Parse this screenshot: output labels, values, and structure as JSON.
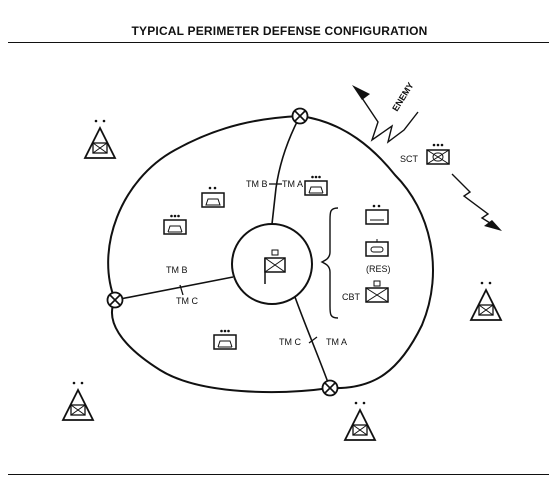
{
  "title": "TYPICAL PERIMETER DEFENSE CONFIGURATION",
  "labels": {
    "enemy": "ENEMY",
    "sct": "SCT",
    "tm_a_top": "TM A",
    "tm_b_top": "TM B",
    "tm_b_left": "TM B",
    "tm_c_left": "TM C",
    "tm_c_bottom": "TM C",
    "tm_a_bottom": "TM A",
    "res": "(RES)",
    "cbt": "CBT"
  },
  "colors": {
    "ink": "#111111",
    "paper": "#ffffff"
  },
  "icons": {
    "observation_post": "triangle-op-icon",
    "contact_point": "circled-x-icon",
    "unit": "unit-symbol-icon",
    "enemy_axis": "zigzag-arrow-icon"
  }
}
